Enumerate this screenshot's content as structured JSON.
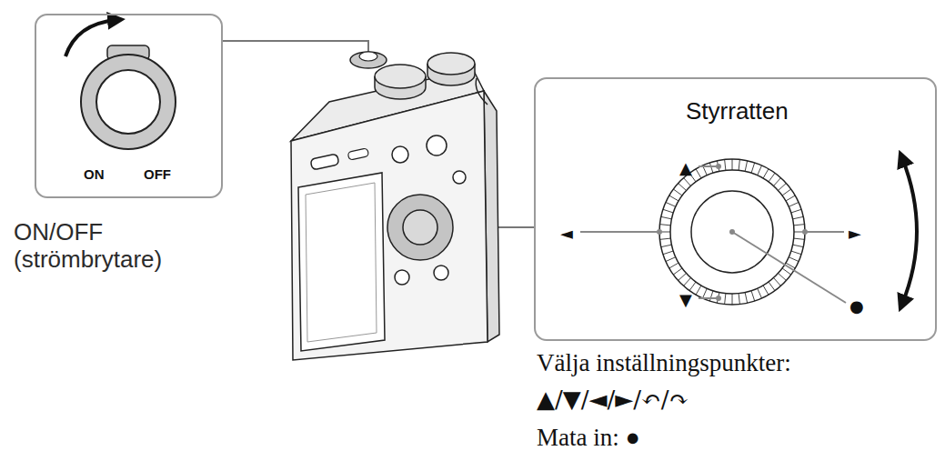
{
  "diagram": {
    "nodes": [
      {
        "text": [
          "ON",
          "OFF"
        ]
      },
      {
        "text": [
          "Styrratten",
          "▲",
          "◄",
          "►",
          "▼",
          "●"
        ]
      }
    ],
    "labels": [
      "ON/OFF (strömbrytare)",
      "Välja inställningspunkter:",
      "▲/▼/◄/►/↶/↷",
      "Mata in: ●"
    ]
  }
}
